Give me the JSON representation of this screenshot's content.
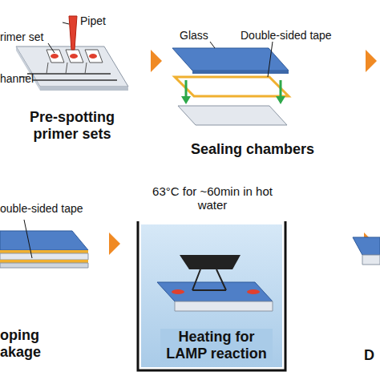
{
  "diagram": {
    "labels": [
      "rimer set",
      "Pipet",
      "hannel",
      "Pre-spotting primer sets",
      "Glass",
      "Double-sided tape",
      "Sealing chambers",
      "ouble-sided tape",
      "63°C for ~60min in hot water",
      "oping akage",
      "Heating for LAMP reaction",
      "D"
    ]
  }
}
